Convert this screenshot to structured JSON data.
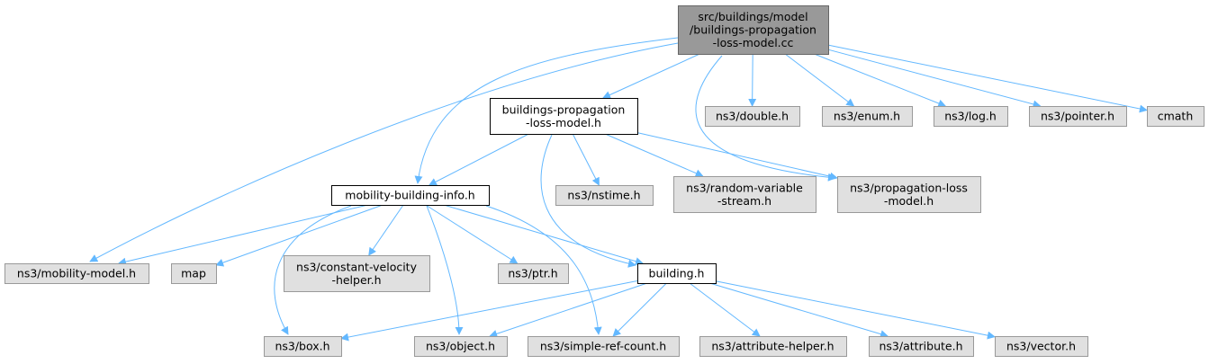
{
  "graph": {
    "colors": {
      "edge": "#63b8ff",
      "root_fill": "#999999",
      "root_border": "#666666",
      "header_fill": "#ffffff",
      "header_border": "#000000",
      "external_fill": "#e0e0e0",
      "external_border": "#999999",
      "text": "#000000"
    },
    "nodes": [
      {
        "id": "root",
        "kind": "root",
        "lines": [
          "src/buildings/model",
          "/buildings-propagation",
          "-loss-model.cc"
        ]
      },
      {
        "id": "bplm",
        "kind": "header",
        "lines": [
          "buildings-propagation",
          "-loss-model.h"
        ]
      },
      {
        "id": "double",
        "kind": "external",
        "lines": [
          "ns3/double.h"
        ]
      },
      {
        "id": "enum",
        "kind": "external",
        "lines": [
          "ns3/enum.h"
        ]
      },
      {
        "id": "log",
        "kind": "external",
        "lines": [
          "ns3/log.h"
        ]
      },
      {
        "id": "pointer",
        "kind": "external",
        "lines": [
          "ns3/pointer.h"
        ]
      },
      {
        "id": "cmath",
        "kind": "external",
        "lines": [
          "cmath"
        ]
      },
      {
        "id": "mbi",
        "kind": "header",
        "lines": [
          "mobility-building-info.h"
        ]
      },
      {
        "id": "nstime",
        "kind": "external",
        "lines": [
          "ns3/nstime.h"
        ]
      },
      {
        "id": "rvs",
        "kind": "external",
        "lines": [
          "ns3/random-variable",
          "-stream.h"
        ]
      },
      {
        "id": "plm",
        "kind": "external",
        "lines": [
          "ns3/propagation-loss",
          "-model.h"
        ]
      },
      {
        "id": "mm",
        "kind": "external",
        "lines": [
          "ns3/mobility-model.h"
        ]
      },
      {
        "id": "map",
        "kind": "external",
        "lines": [
          "map"
        ]
      },
      {
        "id": "cvh",
        "kind": "external",
        "lines": [
          "ns3/constant-velocity",
          "-helper.h"
        ]
      },
      {
        "id": "ptr",
        "kind": "external",
        "lines": [
          "ns3/ptr.h"
        ]
      },
      {
        "id": "building",
        "kind": "header",
        "lines": [
          "building.h"
        ]
      },
      {
        "id": "box",
        "kind": "external",
        "lines": [
          "ns3/box.h"
        ]
      },
      {
        "id": "object",
        "kind": "external",
        "lines": [
          "ns3/object.h"
        ]
      },
      {
        "id": "src",
        "kind": "external",
        "lines": [
          "ns3/simple-ref-count.h"
        ]
      },
      {
        "id": "ah",
        "kind": "external",
        "lines": [
          "ns3/attribute-helper.h"
        ]
      },
      {
        "id": "attr",
        "kind": "external",
        "lines": [
          "ns3/attribute.h"
        ]
      },
      {
        "id": "vector",
        "kind": "external",
        "lines": [
          "ns3/vector.h"
        ]
      }
    ],
    "edges": [
      {
        "from": "root",
        "to": "bplm"
      },
      {
        "from": "root",
        "to": "double"
      },
      {
        "from": "root",
        "to": "enum"
      },
      {
        "from": "root",
        "to": "log"
      },
      {
        "from": "root",
        "to": "pointer"
      },
      {
        "from": "root",
        "to": "cmath"
      },
      {
        "from": "root",
        "to": "mbi"
      },
      {
        "from": "root",
        "to": "mm"
      },
      {
        "from": "root",
        "to": "plm"
      },
      {
        "from": "bplm",
        "to": "mbi"
      },
      {
        "from": "bplm",
        "to": "nstime"
      },
      {
        "from": "bplm",
        "to": "rvs"
      },
      {
        "from": "bplm",
        "to": "plm"
      },
      {
        "from": "bplm",
        "to": "building"
      },
      {
        "from": "mbi",
        "to": "mm"
      },
      {
        "from": "mbi",
        "to": "map"
      },
      {
        "from": "mbi",
        "to": "cvh"
      },
      {
        "from": "mbi",
        "to": "ptr"
      },
      {
        "from": "mbi",
        "to": "building"
      },
      {
        "from": "mbi",
        "to": "box"
      },
      {
        "from": "mbi",
        "to": "object"
      },
      {
        "from": "mbi",
        "to": "src"
      },
      {
        "from": "building",
        "to": "box"
      },
      {
        "from": "building",
        "to": "object"
      },
      {
        "from": "building",
        "to": "src"
      },
      {
        "from": "building",
        "to": "ah"
      },
      {
        "from": "building",
        "to": "attr"
      },
      {
        "from": "building",
        "to": "vector"
      }
    ]
  }
}
